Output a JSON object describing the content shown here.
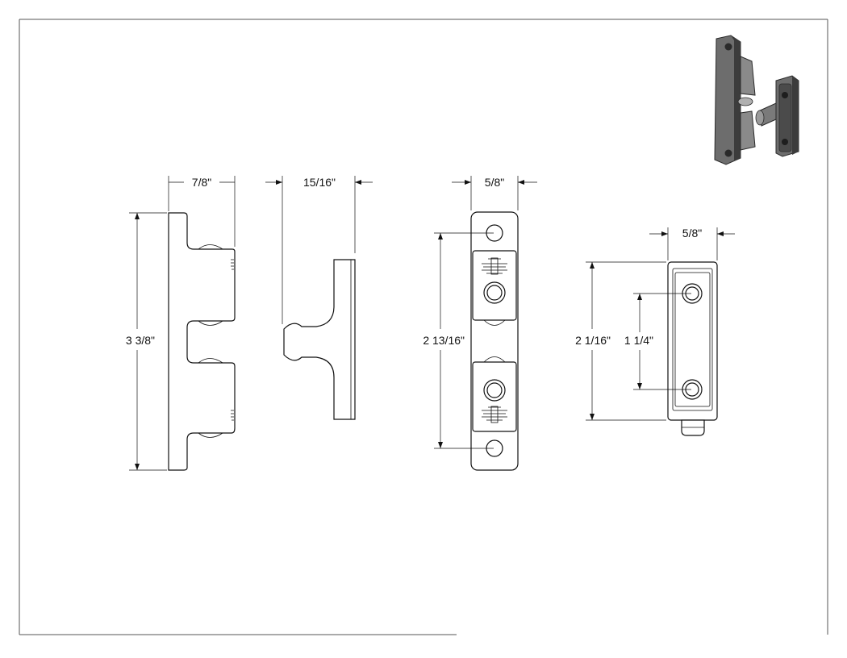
{
  "drawing": {
    "dimensions": {
      "side_width": "7/8\"",
      "side_height": "3 3/8\"",
      "catch_depth": "15/16\"",
      "front_width": "5/8\"",
      "front_hole_spacing": "2 13/16\"",
      "strike_width": "5/8\"",
      "strike_height": "2 1/16\"",
      "strike_hole_spacing": "1 1/4\""
    },
    "colors": {
      "line": "#111111",
      "frame": "#555555",
      "render_dark": "#3a3a3a",
      "render_mid": "#7a7a7a"
    }
  }
}
